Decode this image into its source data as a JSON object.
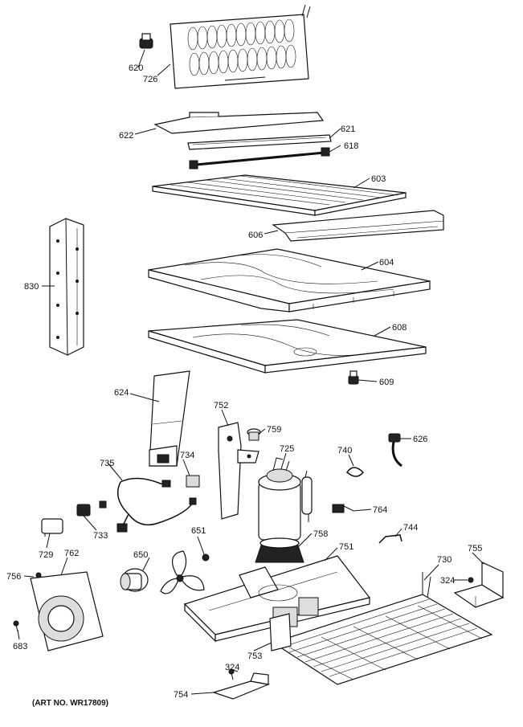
{
  "art_number": "(ART NO. WR17809)",
  "callouts": {
    "c620": "620",
    "c726": "726",
    "c622": "622",
    "c621": "621",
    "c618": "618",
    "c603": "603",
    "c606": "606",
    "c604": "604",
    "c830": "830",
    "c608": "608",
    "c609": "609",
    "c624": "624",
    "c752": "752",
    "c759": "759",
    "c725": "725",
    "c740": "740",
    "c626": "626",
    "c735": "735",
    "c734": "734",
    "c764": "764",
    "c733": "733",
    "c651": "651",
    "c758": "758",
    "c744": "744",
    "c729": "729",
    "c762": "762",
    "c751": "751",
    "c730": "730",
    "c755": "755",
    "c756": "756",
    "c650": "650",
    "c324a": "324",
    "c683": "683",
    "c753": "753",
    "c324b": "324",
    "c754": "754"
  }
}
